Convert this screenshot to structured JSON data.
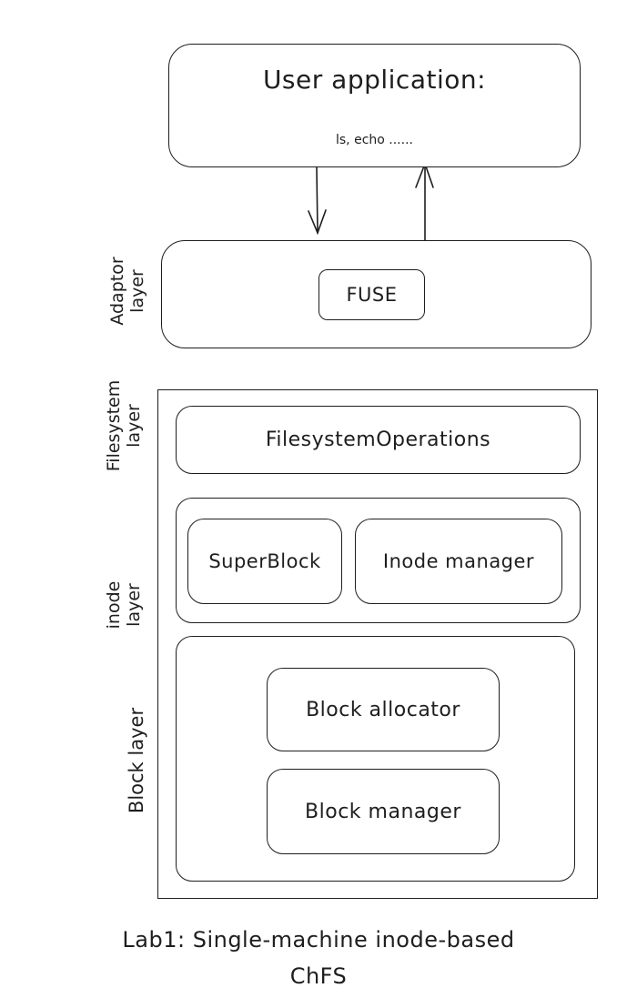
{
  "user_application": {
    "title": "User application:",
    "subtitle": "ls, echo ......"
  },
  "adaptor_layer": {
    "label_line1": "Adaptor",
    "label_line2": "layer",
    "fuse": "FUSE"
  },
  "filesystem_layer": {
    "label_line1": "Filesystem",
    "label_line2": "layer",
    "operations": "FilesystemOperations"
  },
  "inode_layer": {
    "label_line1": "inode",
    "label_line2": "layer",
    "superblock": "SuperBlock",
    "inode_manager": "Inode manager"
  },
  "block_layer": {
    "label": "Block layer",
    "block_allocator": "Block allocator",
    "block_manager": "Block manager"
  },
  "caption": {
    "line1": "Lab1: Single-machine inode-based",
    "line2": "ChFS"
  }
}
